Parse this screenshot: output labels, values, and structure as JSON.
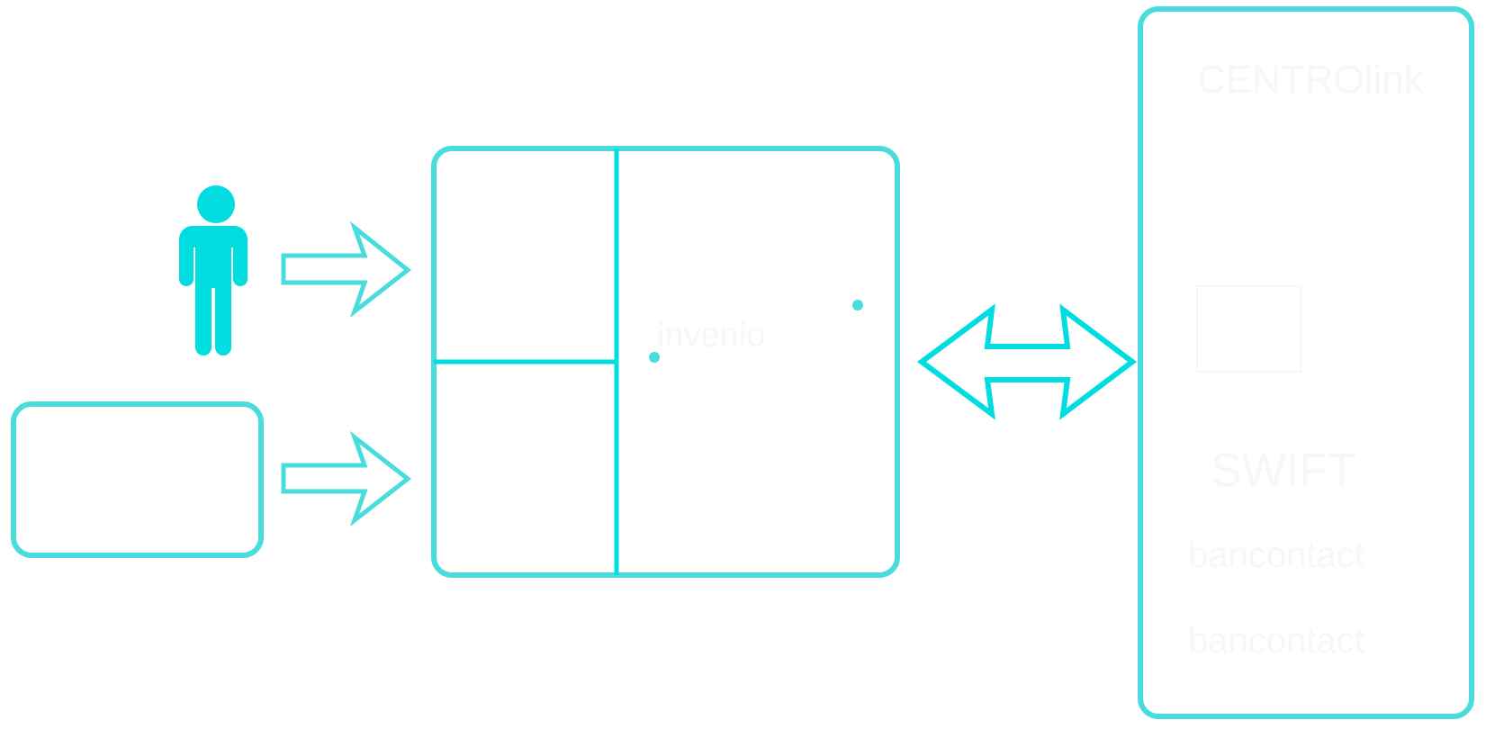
{
  "colors": {
    "outline": "#4adcdc",
    "accent": "#00dde0",
    "faint_text": "#f7f7f7"
  },
  "nodes": {
    "user": {
      "label": "",
      "icon": "person-icon"
    },
    "source_system": {
      "label": ""
    },
    "hub": {
      "label": "",
      "sections": [
        "",
        "",
        ""
      ]
    },
    "network": {
      "label": ""
    }
  },
  "faint_labels": {
    "network_logo_top": "CENTROlink",
    "network_logo_middle": "SWIFT",
    "network_logo_bottom_1": "bancontact",
    "network_logo_bottom_2": "bancontact",
    "hub_logo": "invenio"
  },
  "connectors": [
    {
      "from": "user",
      "to": "hub",
      "type": "one-way-arrow"
    },
    {
      "from": "source_system",
      "to": "hub",
      "type": "one-way-arrow"
    },
    {
      "from": "hub",
      "to": "network",
      "type": "two-way-arrow"
    }
  ]
}
